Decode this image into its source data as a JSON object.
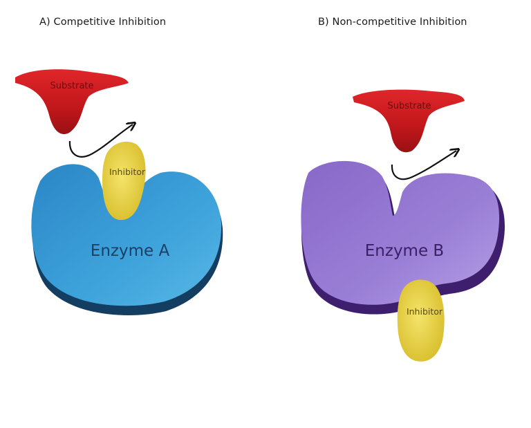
{
  "panels": [
    {
      "title": "A) Competitive Inhibition",
      "substrate_label": "Substrate",
      "inhibitor_label": "Inhibitor",
      "enzyme_label": "Enzyme A",
      "enzyme_color": "#3a9fd8",
      "enzyme_shadow_color": "#123e63",
      "label_color": "#1c3f66"
    },
    {
      "title": "B) Non-competitive Inhibition",
      "substrate_label": "Substrate",
      "inhibitor_label": "Inhibitor",
      "enzyme_label": "Enzyme B",
      "enzyme_color": "#9a7fd6",
      "enzyme_shadow_color": "#3e1f6e",
      "label_color": "#3a1f66"
    }
  ],
  "colors": {
    "substrate": "#c0171b",
    "substrate_label": "#6e0a0c",
    "inhibitor": "#ecd64a",
    "inhibitor_label": "#5a4a10",
    "arrow": "#111111"
  }
}
